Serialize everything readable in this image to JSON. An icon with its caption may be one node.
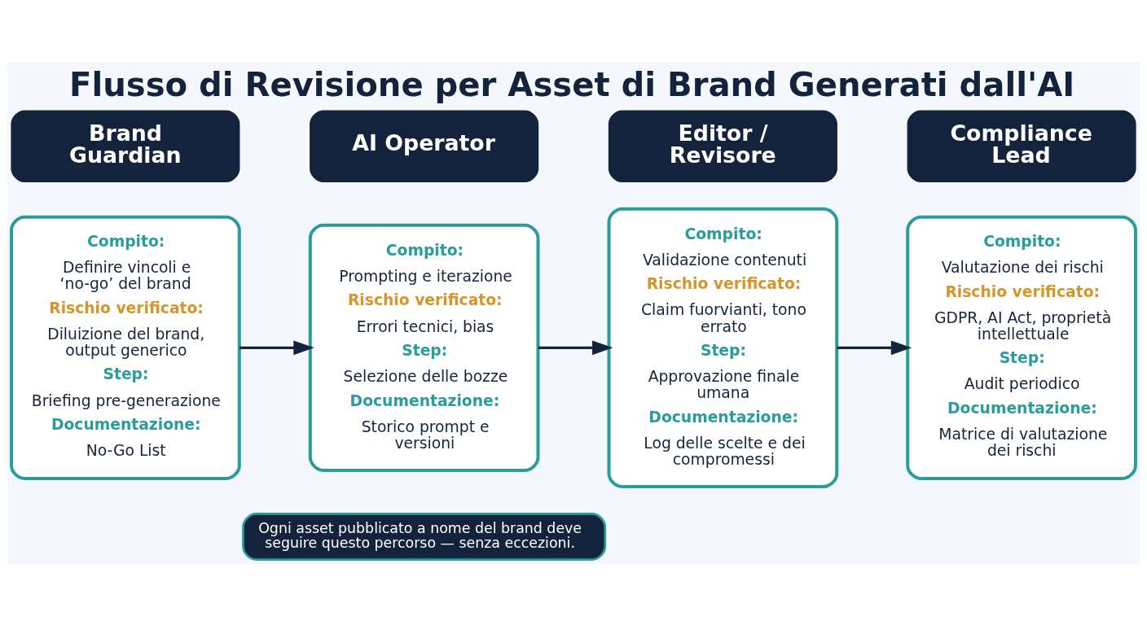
{
  "diagram": {
    "title": "Flusso di Revisione per Asset di Brand Generati dall'AI",
    "nodes": [
      {
        "text": [
          "Brand Guardian"
        ]
      },
      {
        "text": [
          "AI Operator"
        ]
      },
      {
        "text": [
          "Editor / Revisore"
        ]
      },
      {
        "text": [
          "Compliance Lead"
        ]
      },
      {
        "text": [
          "Compito:",
          "Definire vincoli e ‘no-go’ del brand",
          "Rischio verificato:",
          "Diluizione del brand, output generico",
          "Step:",
          "Briefing pre-generazione",
          "Documentazione:",
          "No-Go List"
        ]
      },
      {
        "text": [
          "Compito:",
          "Prompting e iterazione",
          "Rischio verificato:",
          "Errori tecnici, bias",
          "Step:",
          "Selezione delle bozze",
          "Documentazione:",
          "Storico prompt e versioni"
        ]
      },
      {
        "text": [
          "Compito:",
          "Validazione contenuti",
          "Rischio verificato:",
          "Claim fuorvianti, tono errato",
          "Step:",
          "Approvazione finale umana",
          "Documentazione:",
          "Log delle scelte e dei compromessi"
        ]
      },
      {
        "text": [
          "Compito:",
          "Valutazione dei rischi",
          "Rischio verificato:",
          "GDPR, AI Act, proprietà intellettuale",
          "Step:",
          "Audit periodico",
          "Documentazione:",
          "Matrice di valutazione dei rischi"
        ]
      },
      {
        "text": [
          "Ogni asset pubblicato a nome del brand deve seguire questo percorso — senza eccezioni."
        ]
      }
    ],
    "edges": [
      {
        "from": 4,
        "to": 5,
        "arrow": "to"
      },
      {
        "from": 5,
        "to": 6,
        "arrow": "to"
      },
      {
        "from": 6,
        "to": 7,
        "arrow": "to"
      }
    ]
  }
}
